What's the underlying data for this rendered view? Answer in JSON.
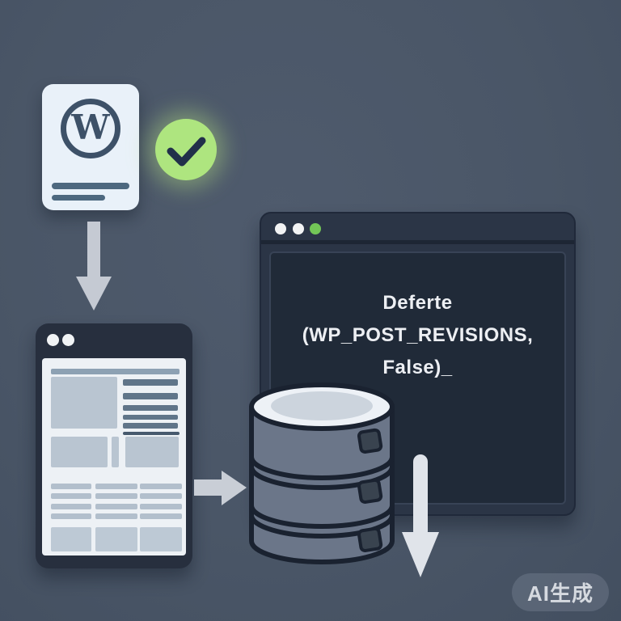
{
  "diagram": {
    "background_color": "#4a5667",
    "description_elements": [
      "wordpress-document",
      "check-badge",
      "browser-wireframe",
      "code-window",
      "database",
      "flow-arrows"
    ]
  },
  "wordpress_card": {
    "logo_letter": "W",
    "card_color": "#e9f1f9",
    "logo_color": "#3d5168",
    "text_line_count": 2
  },
  "check_badge": {
    "color": "#aee57f",
    "check_color": "#22304a"
  },
  "arrows": {
    "color": "#c9ced6",
    "down_from_wordpress": true,
    "right_to_database": true,
    "down_from_code_window": true
  },
  "browser_window": {
    "frame_color": "#272f3e",
    "dot_count": 2,
    "wireframe": {
      "top_bar": 1,
      "hero_block": 1,
      "hero_text_lines": 5,
      "mid_blocks": 2,
      "text_columns": 3,
      "text_rows_per_column": 4,
      "bottom_image_blocks": 3
    }
  },
  "code_window": {
    "frame_color": "#2b3546",
    "panel_color": "#202a38",
    "traffic_lights": [
      "#f2f3f4",
      "#f2f3f4",
      "#73c657"
    ],
    "code_lines": [
      "Deferte (WP_POST_REVISIONS,",
      "False)_"
    ]
  },
  "database": {
    "segments": 3,
    "body_color": "#6b7689",
    "outline_color": "#1a2230",
    "top_color": "#edf1f6"
  },
  "watermark": {
    "label": "AI生成"
  }
}
